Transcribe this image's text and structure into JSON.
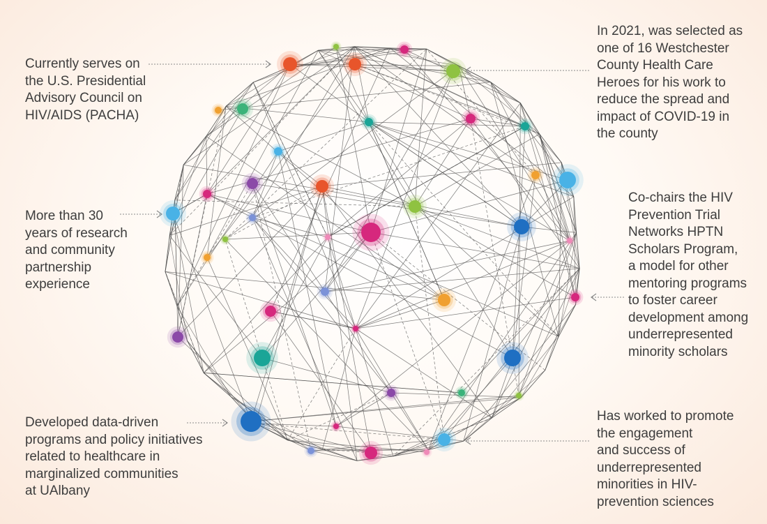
{
  "callouts": {
    "pacha": "Currently serves on\nthe U.S. Presidential\nAdvisory Council on\nHIV/AIDS (PACHA)",
    "research": "More than 30\nyears of research\nand community\npartnership\nexperience",
    "ualbany": "Developed data-driven\nprograms and policy initiatives\nrelated to healthcare in\nmarginalized communities\nat UAlbany",
    "westchester": "In 2021, was selected as\none of 16 Westchester\nCounty Health Care\nHeroes for his work to\nreduce the spread and\nimpact of COVID-19 in\nthe county",
    "hptn": "Co-chairs the HIV\nPrevention Trial\nNetworks HPTN\nScholars Program,\na model for other\nmentoring programs\nto foster career\ndevelopment among\nunderrepresented\nminority scholars",
    "promote": "Has worked to promote\nthe engagement\nand success of\nunderrepresented\nminorities in HIV-\nprevention sciences"
  },
  "colors": {
    "red_orange": "#e8552b",
    "orange": "#f0a030",
    "lime": "#8fc241",
    "green": "#3bb37a",
    "teal": "#1aa597",
    "sky": "#49b2e6",
    "blue": "#1f6fc2",
    "periwinkle": "#7b92d8",
    "purple": "#8b49a8",
    "magenta": "#d6287d",
    "pink": "#ef8ab8",
    "line": "#4a4a4a",
    "leader": "#8a8a8a"
  }
}
